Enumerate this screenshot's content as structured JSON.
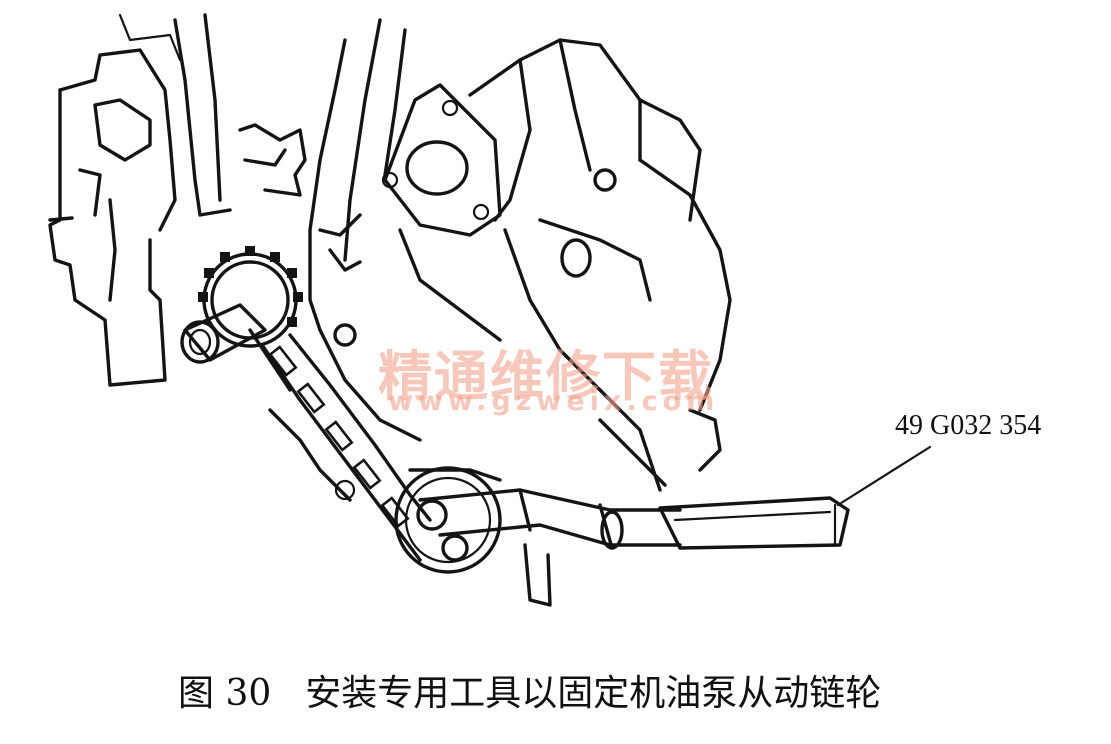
{
  "watermark": {
    "title": "精通维修下载",
    "url": "www.gzweix.com"
  },
  "callout": {
    "part_number": "49 G032 354"
  },
  "caption": {
    "figure_number": "图 30",
    "text": "安装专用工具以固定机油泵从动链轮"
  },
  "colors": {
    "line_art": "#141414",
    "watermark": "#f3a28c",
    "background": "#ffffff"
  }
}
